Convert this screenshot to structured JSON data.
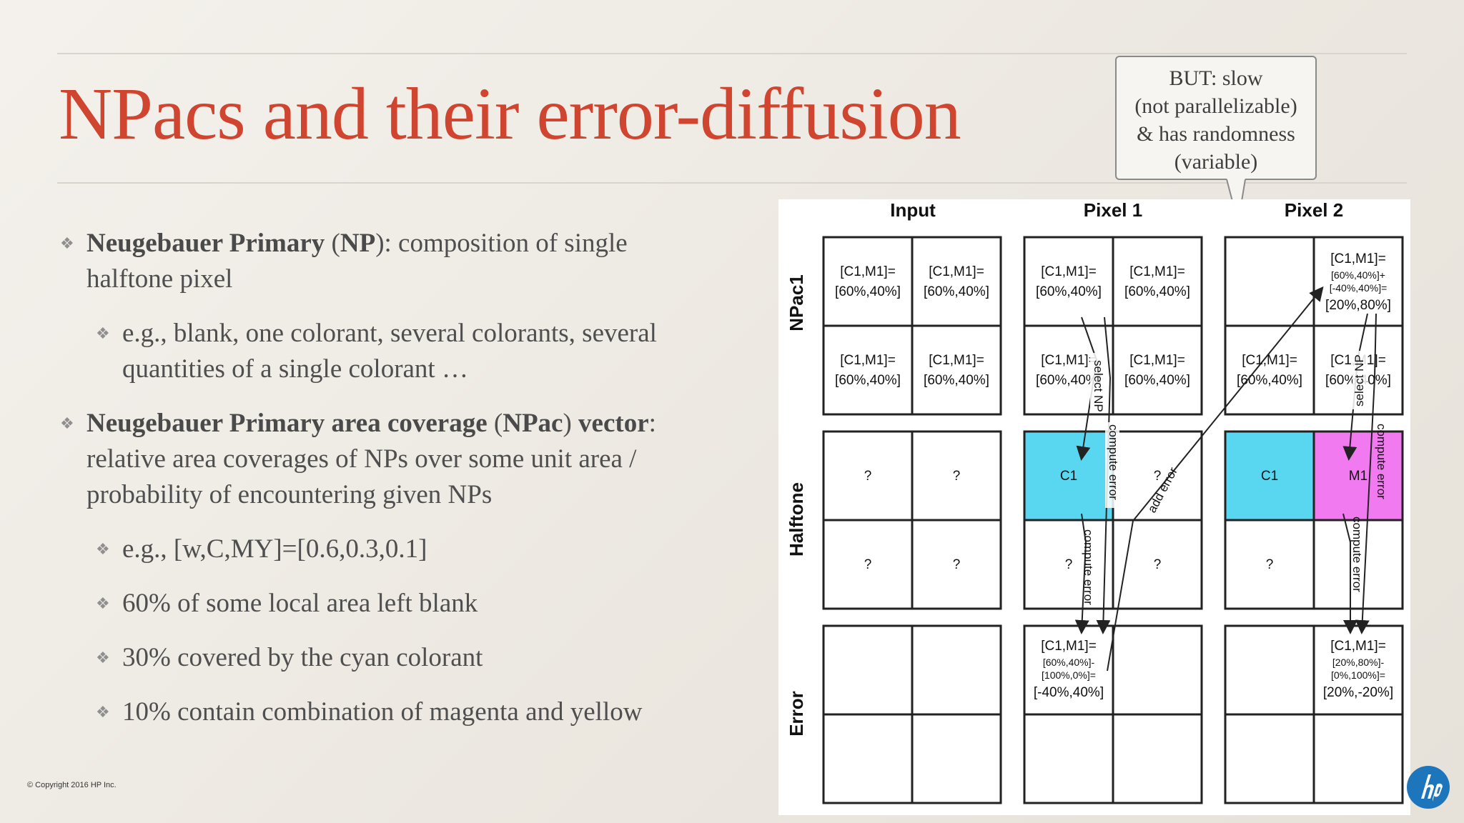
{
  "title": "NPacs and their error-diffusion",
  "callout": {
    "lines": [
      "BUT: slow",
      "(not parallelizable)",
      "& has randomness",
      "(variable)"
    ]
  },
  "bullets": {
    "b1": {
      "bold": "Neugebauer Primary",
      "mid": " (",
      "bold2": "NP",
      "rest": "): composition of single",
      "line2": "halftone pixel"
    },
    "b1_1": {
      "line1": "e.g., blank, one colorant, several colorants, several",
      "line2": "quantities of a single colorant …"
    },
    "b2": {
      "bold": "Neugebauer Primary area coverage",
      "mid": " (",
      "bold2": "NPac",
      "mid2": ") ",
      "bold3": "vector",
      "rest": ":",
      "line2": "relative area coverages of NPs over some unit area /",
      "line3": "probability of encountering given NPs"
    },
    "b2_1": "e.g., [w,C,MY]=[0.6,0.3,0.1]",
    "b2_2": "60% of some local area left blank",
    "b2_3": "30% covered by the cyan colorant",
    "b2_4": "10% contain combination of magenta and yellow"
  },
  "copyright": "© Copyright 2016 HP Inc.",
  "figure": {
    "col_headers": [
      "Input",
      "Pixel 1",
      "Pixel 2"
    ],
    "row_labels": [
      "NPac1",
      "Halftone",
      "Error"
    ],
    "cell_eq": "[C1,M1]=",
    "cell_val": "[60%,40%]",
    "unknown": "?",
    "halftone_c": "C1",
    "halftone_m": "M1",
    "p2_top_l1": "[C1,M1]=",
    "p2_top_l2": "[60%,40%]+",
    "p2_top_l3": "[-40%,40%]=",
    "p2_top_l4": "[20%,80%]",
    "err1_l1": "[C1,M1]=",
    "err1_l2": "[60%,40%]-",
    "err1_l3": "[100%,0%]=",
    "err1_l4": "[-40%,40%]",
    "err2_l1": "[C1,M1]=",
    "err2_l2": "[20%,80%]-",
    "err2_l3": "[0%,100%]=",
    "err2_l4": "[20%,-20%]",
    "arrow_select": "select NP",
    "arrow_compute": "compute error",
    "arrow_add": "add error",
    "colors": {
      "cyan": "#5ad7f0",
      "magenta": "#f27af0"
    }
  }
}
